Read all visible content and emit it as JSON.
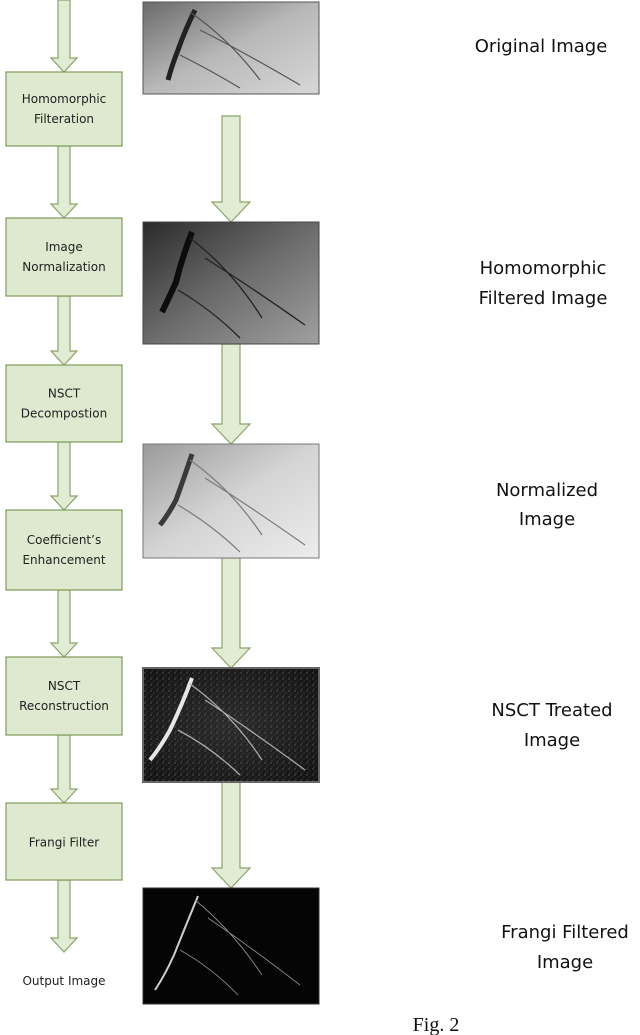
{
  "steps": [
    {
      "line1": "Homomorphic",
      "line2": "Filteration"
    },
    {
      "line1": "Image",
      "line2": "Normalization"
    },
    {
      "line1": "NSCT",
      "line2": "Decompostion"
    },
    {
      "line1": "Coefficient’s",
      "line2": "Enhancement"
    },
    {
      "line1": "NSCT",
      "line2": "Reconstruction"
    },
    {
      "line1": "Frangi Filter",
      "line2": ""
    }
  ],
  "output_label": "Output Image",
  "image_labels": [
    {
      "line1": "Original Image",
      "line2": ""
    },
    {
      "line1": "Homomorphic",
      "line2": "Filtered Image"
    },
    {
      "line1": "Normalized",
      "line2": "Image"
    },
    {
      "line1": "NSCT Treated",
      "line2": "Image"
    },
    {
      "line1": "Frangi Filtered",
      "line2": "Image"
    }
  ],
  "caption": "Fig. 2",
  "colors": {
    "box_fill": "#dfe9cf",
    "box_stroke": "#7f9a5a",
    "arrow_fill": "#e2ebd3",
    "arrow_stroke": "#8aa26a"
  }
}
